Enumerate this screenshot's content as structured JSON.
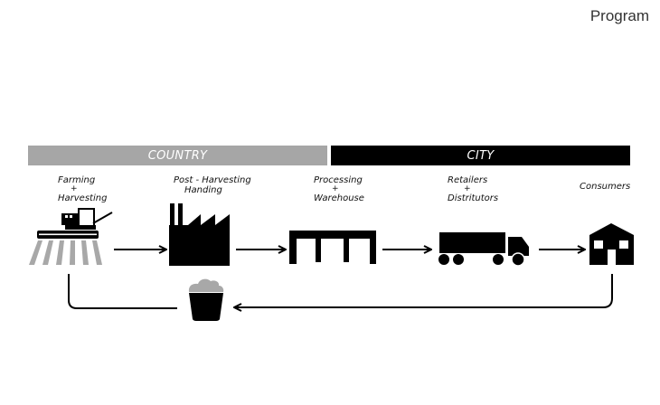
{
  "header": {
    "title": "Program"
  },
  "colors": {
    "country_band": "#a6a6a6",
    "city_band": "#000000",
    "country_text": "#ffffff",
    "city_text": "#ffffff",
    "ink": "#000000",
    "field_rows": "#a8a8a8"
  },
  "bands": {
    "country": {
      "label": "COUNTRY"
    },
    "city": {
      "label": "CITY"
    }
  },
  "stages": [
    {
      "id": "farming",
      "icon": "harvester-icon",
      "lines": [
        "Farming",
        "+",
        "Harvesting"
      ]
    },
    {
      "id": "post-harvesting",
      "icon": "factory-icon",
      "lines": [
        "Post - Harvesting",
        "Handing"
      ]
    },
    {
      "id": "processing",
      "icon": "warehouse-icon",
      "lines": [
        "Processing",
        "+",
        "Warehouse"
      ]
    },
    {
      "id": "retailers",
      "icon": "truck-icon",
      "lines": [
        "Retailers",
        "+",
        "Distritutors"
      ]
    },
    {
      "id": "consumers",
      "icon": "house-icon",
      "lines": [
        "Consumers"
      ]
    }
  ],
  "feedback": {
    "icon": "waste-bin-icon"
  }
}
